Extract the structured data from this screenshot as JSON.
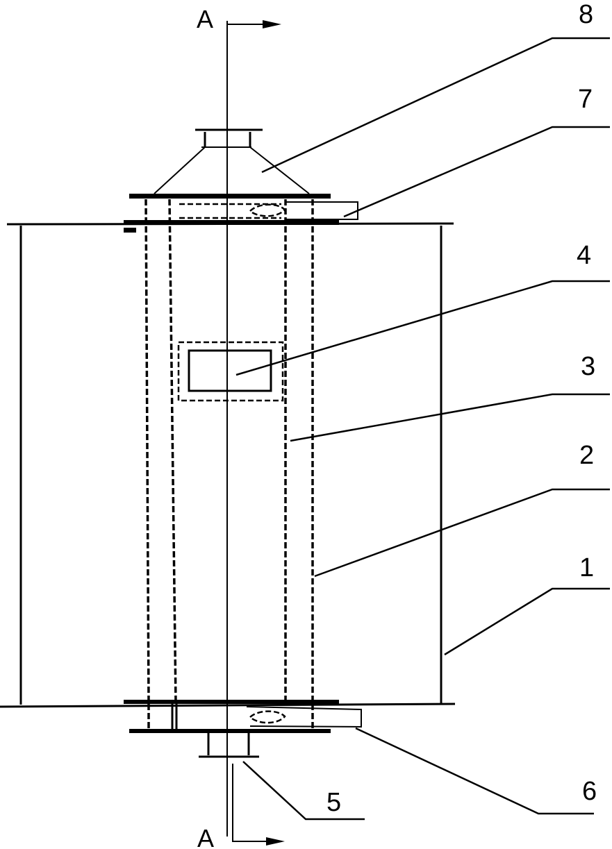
{
  "section_marks": {
    "top": "A",
    "bottom": "A"
  },
  "part_labels": [
    "8",
    "7",
    "4",
    "3",
    "2",
    "1",
    "5",
    "6"
  ]
}
